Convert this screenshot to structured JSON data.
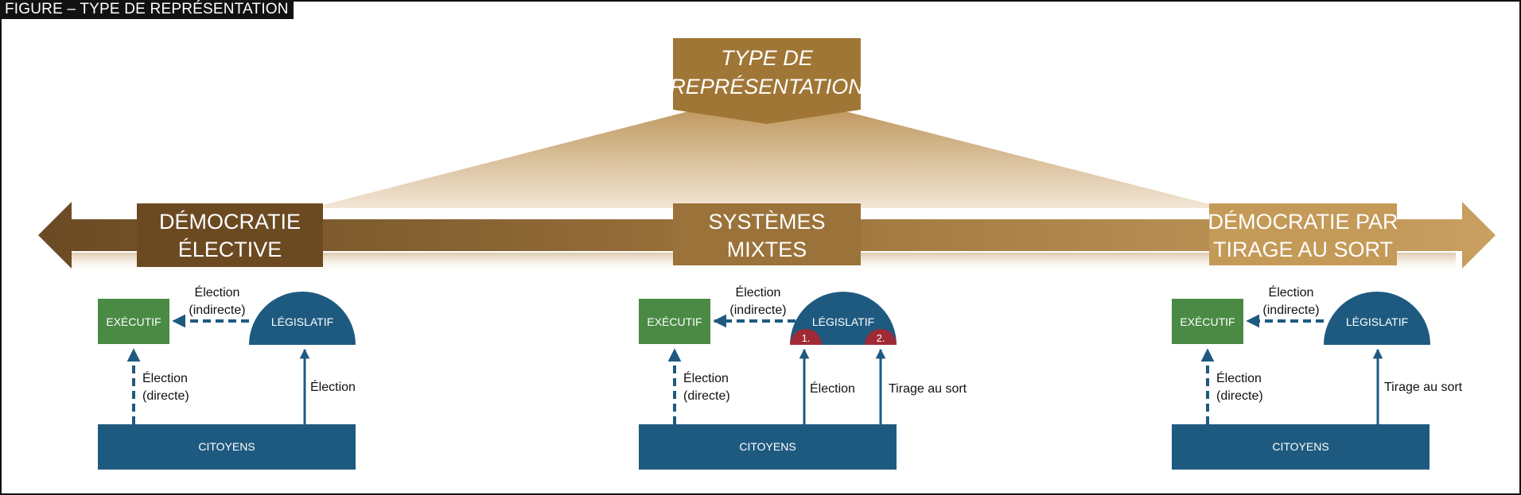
{
  "figure_label": "FIGURE – TYPE DE REPRÉSENTATION",
  "top_box": {
    "line1": "TYPE DE",
    "line2": "REPRÉSENTATION"
  },
  "axis": {
    "left": {
      "line1": "DÉMOCRATIE",
      "line2": "ÉLECTIVE"
    },
    "middle": {
      "line1": "SYSTÈMES",
      "line2": "MIXTES"
    },
    "right": {
      "line1": "DÉMOCRATIE PAR",
      "line2": "TIRAGE AU SORT"
    }
  },
  "panels": [
    {
      "executive": "EXÉCUTIF",
      "legislative": "LÉGISLATIF",
      "citizens": "CITOYENS",
      "indirect_election": [
        "Élection",
        "(indirecte)"
      ],
      "direct_election": [
        "Élection",
        "(directe)"
      ],
      "legislative_link": "Élection"
    },
    {
      "executive": "EXÉCUTIF",
      "legislative": "LÉGISLATIF",
      "citizens": "CITOYENS",
      "indirect_election": [
        "Élection",
        "(indirecte)"
      ],
      "direct_election": [
        "Élection",
        "(directe)"
      ],
      "legislative_link_1": "Élection",
      "legislative_link_2": "Tirage au sort",
      "badge_1": "1.",
      "badge_2": "2."
    },
    {
      "executive": "EXÉCUTIF",
      "legislative": "LÉGISLATIF",
      "citizens": "CITOYENS",
      "indirect_election": [
        "Élection",
        "(indirecte)"
      ],
      "direct_election": [
        "Élection",
        "(directe)"
      ],
      "legislative_link": "Tirage au sort"
    }
  ],
  "colors": {
    "brown_dark": "#6b4a22",
    "brown_mid": "#9b733a",
    "brown_light": "#c49a58",
    "blue": "#1e5a80",
    "green": "#4a8a45",
    "red": "#a02a35"
  }
}
